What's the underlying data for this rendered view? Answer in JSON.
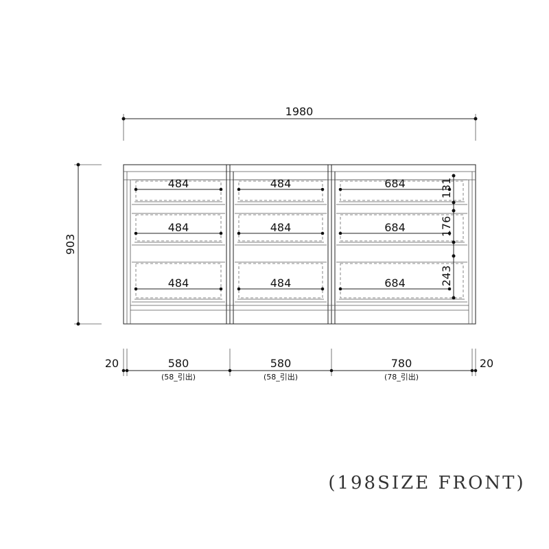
{
  "dimensions": {
    "overall_width": "1980",
    "overall_height": "903",
    "side_left": "20",
    "side_right": "20",
    "sections": [
      {
        "width": "580",
        "note": "(58_引出)"
      },
      {
        "width": "580",
        "note": "(58_引出)"
      },
      {
        "width": "780",
        "note": "(78_引出)"
      }
    ],
    "drawer_widths": [
      [
        "484",
        "484",
        "684"
      ],
      [
        "484",
        "484",
        "684"
      ],
      [
        "484",
        "484",
        "684"
      ]
    ],
    "drawer_heights": [
      "131",
      "176",
      "243"
    ]
  },
  "caption": "(198SIZE FRONT)"
}
